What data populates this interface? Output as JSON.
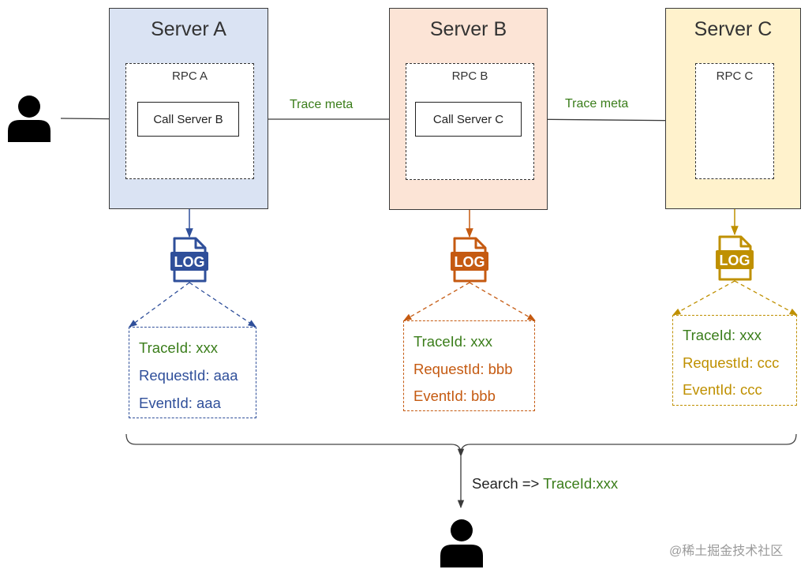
{
  "colors": {
    "trace_green": "#3a7d1a",
    "server_a_fill": "#dae3f3",
    "server_b_fill": "#fce4d6",
    "server_c_fill": "#fff2cc",
    "blue": "#2f4f9a",
    "orange": "#c55a11",
    "gold": "#bf9000",
    "line_gray": "#3a3a3a"
  },
  "servers": [
    {
      "title": "Server A",
      "rpc": "RPC A",
      "call": "Call Server B",
      "log_icon_text": "LOG",
      "log": {
        "trace_id": "TraceId: xxx",
        "request_id": "RequestId: aaa",
        "event_id": "EventId: aaa"
      }
    },
    {
      "title": "Server B",
      "rpc": "RPC B",
      "call": "Call Server C",
      "log_icon_text": "LOG",
      "log": {
        "trace_id": "TraceId: xxx",
        "request_id": "RequestId: bbb",
        "event_id": "EventId: bbb"
      }
    },
    {
      "title": "Server C",
      "rpc": "RPC C",
      "call": "",
      "log_icon_text": "LOG",
      "log": {
        "trace_id": "TraceId: xxx",
        "request_id": "RequestId: ccc",
        "event_id": "EventId: ccc"
      }
    }
  ],
  "edges": {
    "a_to_b_label": "Trace meta",
    "b_to_c_label": "Trace meta"
  },
  "search": {
    "prefix": "Search => ",
    "trace_id": "TraceId:xxx"
  },
  "watermark": "@稀土掘金技术社区",
  "icons": {
    "user_top": "user-icon",
    "user_bottom": "user-icon",
    "log_file": "log-file-icon"
  }
}
